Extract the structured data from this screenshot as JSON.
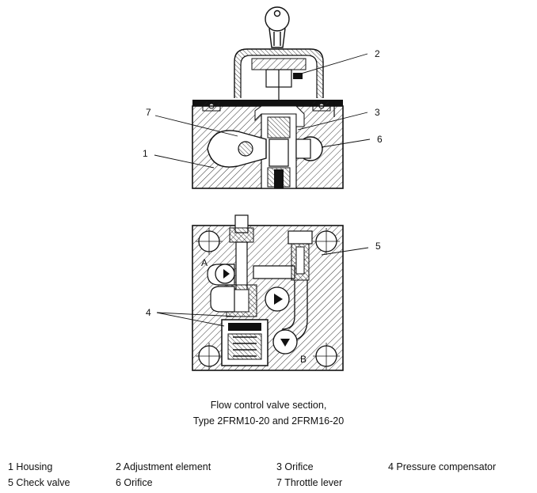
{
  "callouts": {
    "c1": "1",
    "c2": "2",
    "c3": "3",
    "c4": "4",
    "c5": "5",
    "c6": "6",
    "c7": "7",
    "port_a": "A",
    "port_b": "B"
  },
  "caption": {
    "line1": "Flow control valve section,",
    "line2": "Type 2FRM10-20 and 2FRM16-20"
  },
  "legend": [
    "1 Housing",
    "2 Adjustment element",
    "3 Orifice",
    "4 Pressure compensator",
    "5 Check valve",
    "6 Orifice",
    "7 Throttle lever"
  ]
}
